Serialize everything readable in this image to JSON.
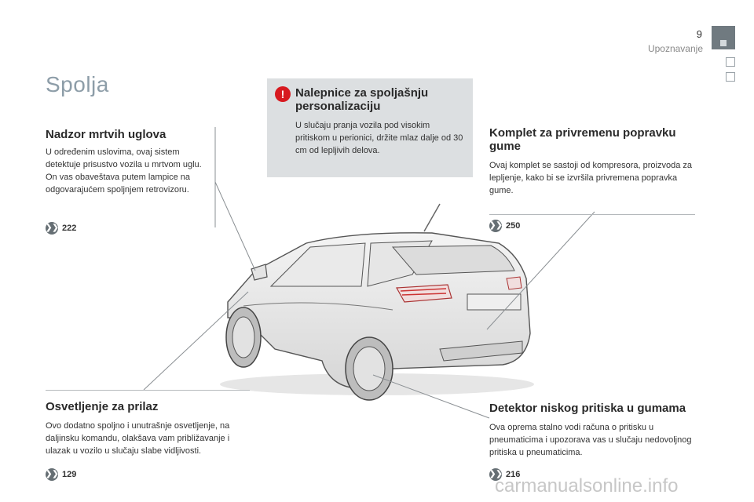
{
  "header": {
    "page_number": "9",
    "chapter": "Upoznavanje"
  },
  "section_title": "Spolja",
  "blocks": {
    "blind_spot": {
      "title": "Nadzor mrtvih uglova",
      "text": "U određenim uslovima, ovaj sistem detektuje prisustvo vozila u mrtvom uglu. On vas obaveštava putem lampice na odgovarajućem spoljnjem retrovizoru.",
      "ref": "222"
    },
    "stickers": {
      "title": "Nalepnice za spoljašnju personalizaciju",
      "text": "U slučaju pranja vozila pod visokim pritiskom u perionici, držite mlaz dalje od 30 cm od lepljivih delova.",
      "warning_icon": "!"
    },
    "repair_kit": {
      "title": "Komplet za privremenu popravku gume",
      "text": "Ovaj komplet se sastoji od kompresora, proizvoda za lepljenje, kako bi se izvršila privremena popravka gume.",
      "ref": "250"
    },
    "approach_lighting": {
      "title": "Osvetljenje za prilaz",
      "text": "Ovo dodatno spoljno i unutrašnje osvetljenje, na daljinsku komandu, olakšava vam približavanje i ulazak u vozilo u slučaju slabe vidljivosti.",
      "ref": "129"
    },
    "tyre_pressure": {
      "title": "Detektor niskog pritiska u gumama",
      "text": "Ova oprema stalno vodi računa o pritisku u pneumaticima i upozorava vas u slučaju nedovoljnog pritiska u pneumaticima.",
      "ref": "216"
    }
  },
  "watermark": "carmanualsonline.info",
  "colors": {
    "accent_title": "#8d9da8",
    "warning": "#d7191f",
    "info_box": "#dcdfe1",
    "tab": "#707a80"
  },
  "icons": {
    "ref": "page-reference-icon",
    "warning": "warning-icon"
  }
}
